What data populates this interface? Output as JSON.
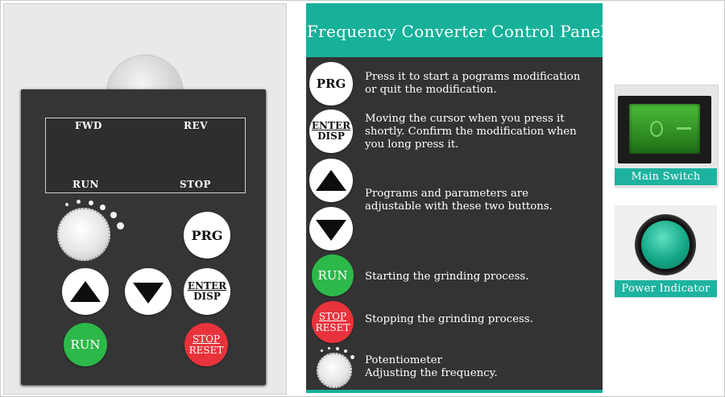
{
  "device": {
    "display": {
      "fwd": "FWD",
      "rev": "REV",
      "run": "RUN",
      "stop": "STOP"
    },
    "buttons": {
      "prg": "PRG",
      "enter": "ENTER",
      "disp": "DISP",
      "run": "RUN",
      "stop": "STOP",
      "reset": "RESET"
    }
  },
  "help": {
    "title": "Frequency Converter Control Panel",
    "items": [
      {
        "key": "PRG",
        "line1": "Press it to start a pograms modification",
        "line2": "or quit the modification."
      },
      {
        "key_top": "ENTER",
        "key_bottom": "DISP",
        "line1": "Moving the cursor when you press it",
        "line2": "shortly. Confirm the modification when",
        "line3": "you long press it."
      },
      {
        "icon": "up-arrow-icon"
      },
      {
        "icon": "down-arrow-icon",
        "line1": "Programs and parameters are",
        "line2": "adjustable with these two buttons."
      },
      {
        "key": "RUN",
        "line1": "Starting the grinding process."
      },
      {
        "key_top": "STOP",
        "key_bottom": "RESET",
        "line1": "Stopping the grinding process."
      },
      {
        "icon": "potentiometer-icon",
        "line1": "Potentiometer",
        "line2": "Adjusting the frequency."
      }
    ]
  },
  "right": {
    "main_switch": "Main Switch",
    "power_indicator": "Power Indicator"
  },
  "colors": {
    "accent": "#17b19a",
    "panel": "#333333",
    "run_green": "#2db84a",
    "stop_red": "#e8333c"
  }
}
